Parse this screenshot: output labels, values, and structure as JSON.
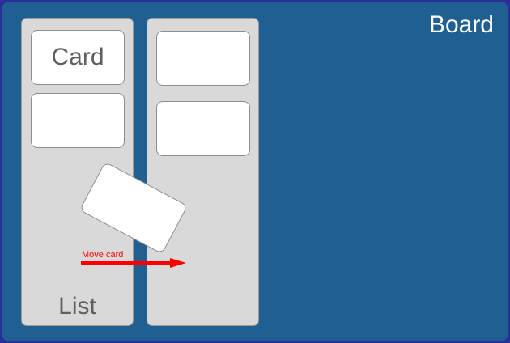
{
  "board": {
    "title": "Board",
    "background": "#1f5f92"
  },
  "lists": [
    {
      "label": "List",
      "cards": [
        {
          "text": "Card"
        },
        {
          "text": ""
        }
      ]
    },
    {
      "label": "",
      "cards": [
        {
          "text": ""
        },
        {
          "text": ""
        }
      ]
    }
  ],
  "dragged_card": {
    "text": "",
    "rotation_deg": 28
  },
  "annotation": {
    "label": "Move card",
    "color": "#ff0000",
    "icon": "arrow-right-icon"
  }
}
